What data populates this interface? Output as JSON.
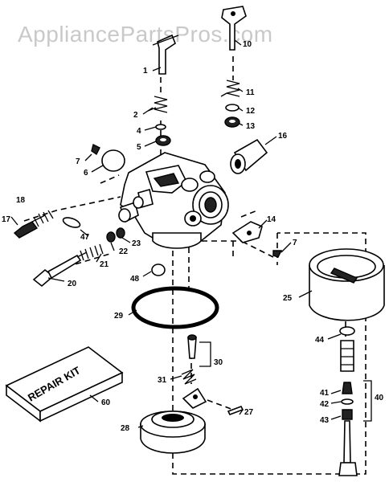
{
  "watermark": "AppliancePartsPros.com",
  "kit_label": "REPAIR KIT",
  "callouts": {
    "c1": "1",
    "c2": "2",
    "c4": "4",
    "c5": "5",
    "c6": "6",
    "c7a": "7",
    "c7b": "7",
    "c10": "10",
    "c11": "11",
    "c12": "12",
    "c13": "13",
    "c14": "14",
    "c16": "16",
    "c17": "17",
    "c18": "18",
    "c20": "20",
    "c21": "21",
    "c22": "22",
    "c23": "23",
    "c25": "25",
    "c27": "27",
    "c28": "28",
    "c29": "29",
    "c30": "30",
    "c31": "31",
    "c40": "40",
    "c41": "41",
    "c42": "42",
    "c43": "43",
    "c44": "44",
    "c47": "47",
    "c48": "48",
    "c60": "60"
  }
}
